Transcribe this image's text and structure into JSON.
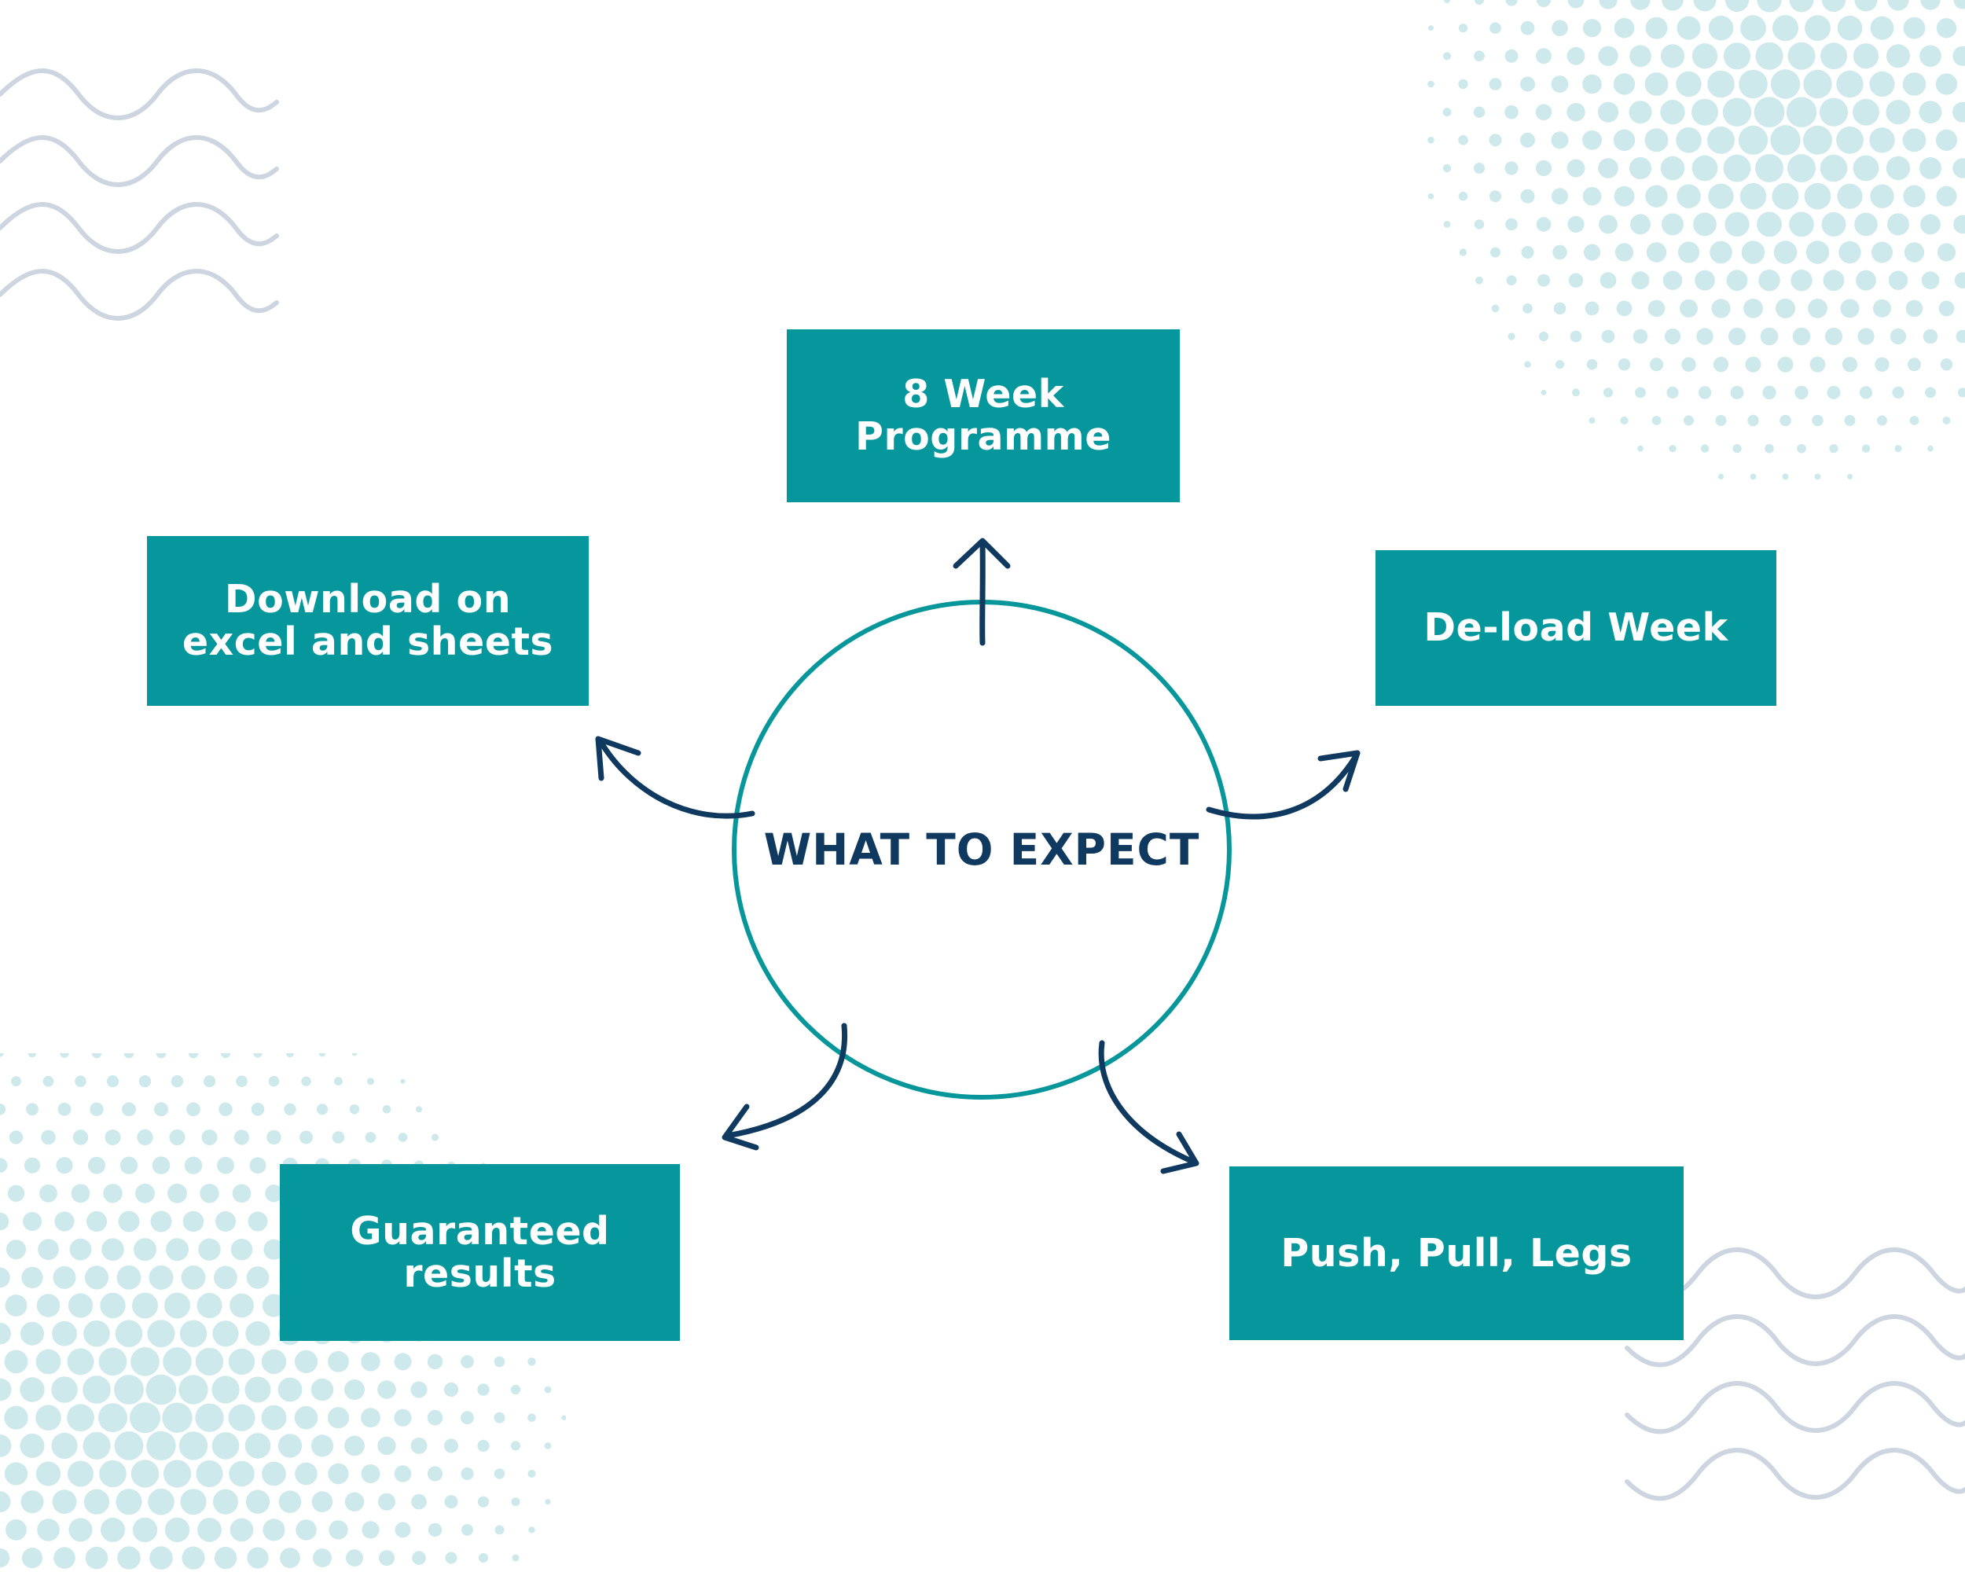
{
  "title": "WHAT TO EXPECT",
  "boxes": {
    "eight_week": "8 Week\nProgramme",
    "download": "Download on\nexcel and sheets",
    "deload": "De-load Week",
    "guaranteed": "Guaranteed\nresults",
    "push_pull_legs": "Push, Pull, Legs"
  },
  "decorations": {
    "dot_patterns": [
      "dot-pattern-top-right",
      "dot-pattern-bottom-left"
    ],
    "wave_patterns": [
      "wave-pattern-top-left",
      "wave-pattern-bottom-right"
    ]
  },
  "colors": {
    "box_fill": "#06979c",
    "box_text": "#ffffff",
    "circle_stroke": "#079699",
    "title_text": "#10395f",
    "arrow": "#10395f",
    "dots": "#cde9ec",
    "waves": "#cdd5e1"
  }
}
